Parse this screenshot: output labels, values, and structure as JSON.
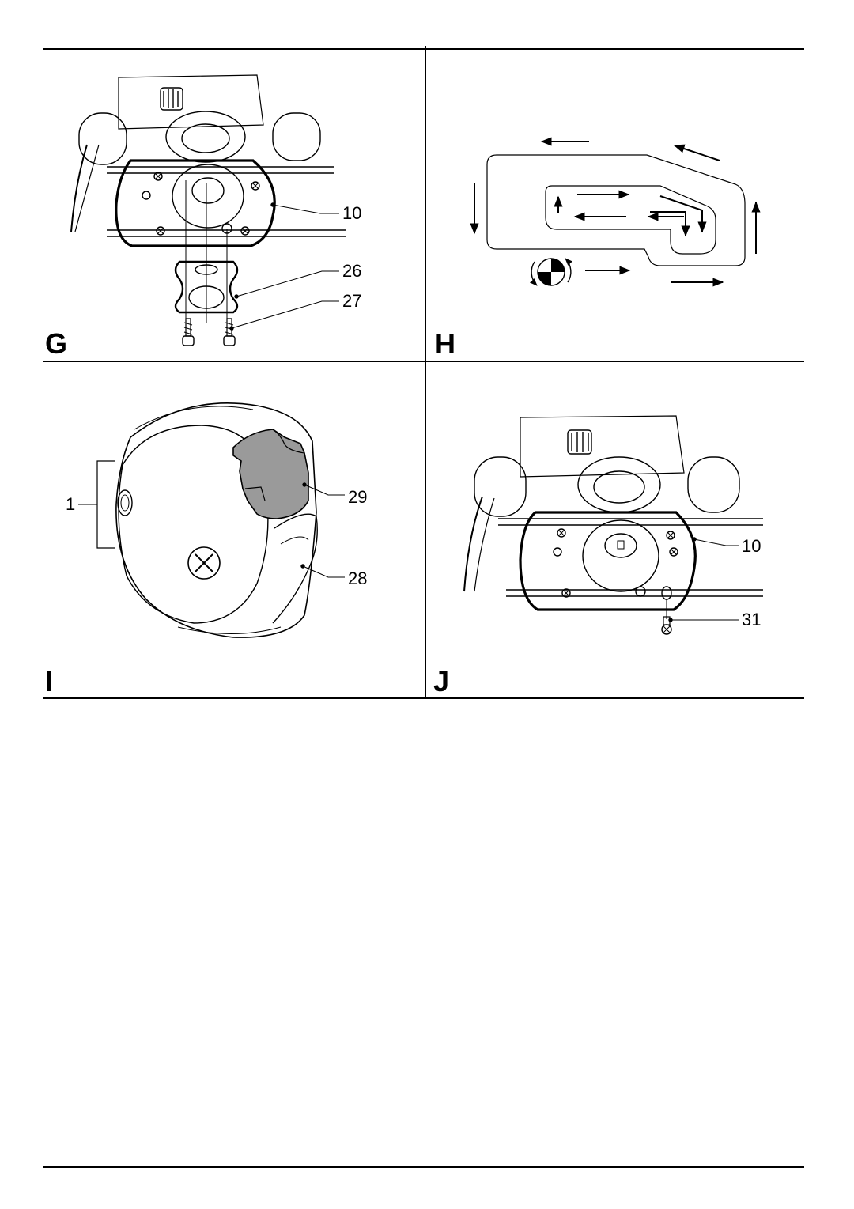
{
  "panels": {
    "G": {
      "letter": "G",
      "callouts": [
        "10",
        "26",
        "27"
      ]
    },
    "H": {
      "letter": "H"
    },
    "I": {
      "letter": "I",
      "callouts": [
        "1",
        "29",
        "28"
      ]
    },
    "J": {
      "letter": "J",
      "callouts": [
        "10",
        "31"
      ]
    }
  },
  "colors": {
    "line": "#000000",
    "shade": "#9a9a9a",
    "paper": "#ffffff"
  }
}
